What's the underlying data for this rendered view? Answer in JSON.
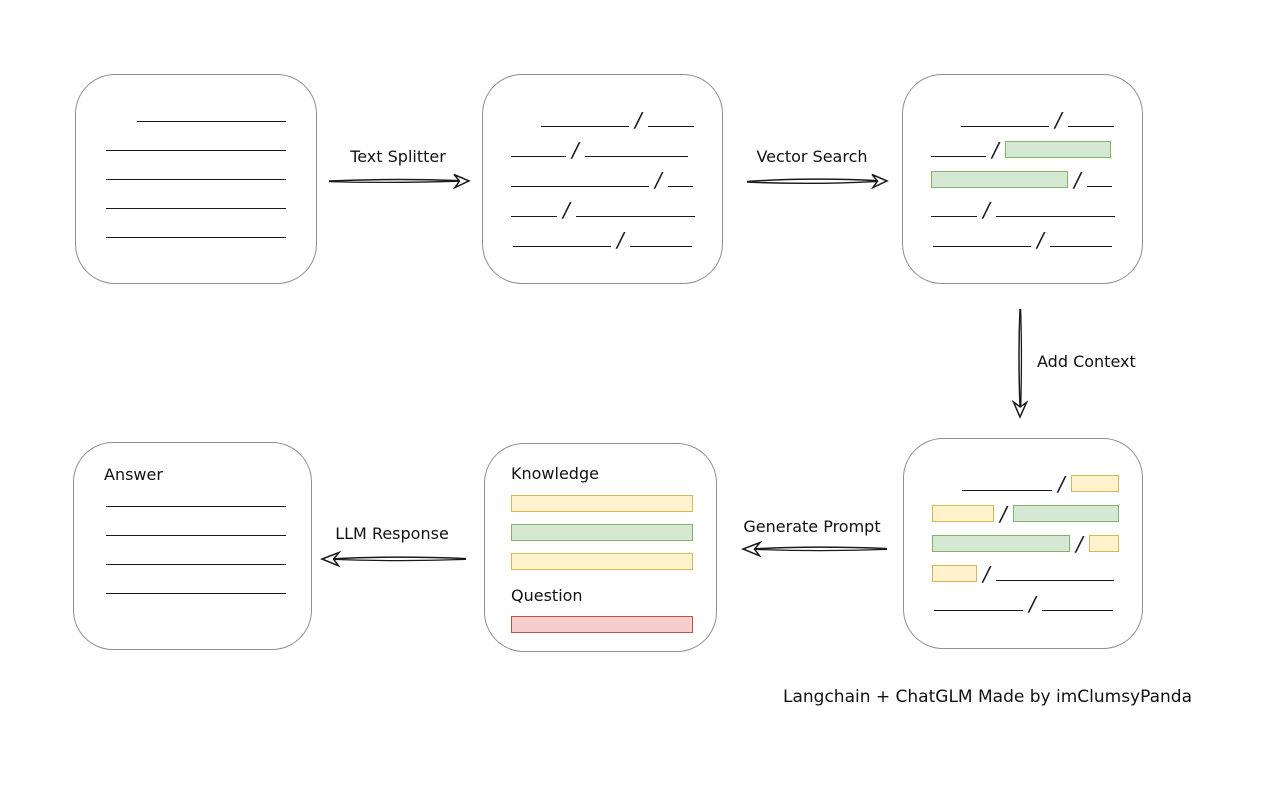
{
  "caption": "Langchain + ChatGLM Made by imClumsyPanda",
  "colors": {
    "background": "#ffffff",
    "box_border": "#8f8f8f",
    "line": "#1a1a1a",
    "text": "#111111",
    "green_fill": "#d5e8d4",
    "green_border": "#82b366",
    "yellow_fill": "#fff2cc",
    "yellow_border": "#d6b656",
    "red_fill": "#f8cecc",
    "red_border": "#b85450"
  },
  "arrows": {
    "text_splitter": {
      "label": "Text Splitter"
    },
    "vector_search": {
      "label": "Vector Search"
    },
    "add_context": {
      "label": "Add Context"
    },
    "generate_prompt": {
      "label": "Generate Prompt"
    },
    "llm_response": {
      "label": "LLM Response"
    }
  },
  "boxes": {
    "document": {
      "lines": [
        {
          "indent": 31,
          "w": 149
        },
        {
          "indent": 0,
          "w": 180
        },
        {
          "indent": 0,
          "w": 180
        },
        {
          "indent": 0,
          "w": 180
        },
        {
          "indent": 0,
          "w": 180
        }
      ]
    },
    "chunks": {
      "rows": [
        {
          "indent": 30,
          "segments": [
            {
              "type": "line",
              "w": 88
            },
            {
              "type": "line",
              "w": 46
            }
          ]
        },
        {
          "indent": 0,
          "segments": [
            {
              "type": "line",
              "w": 55
            },
            {
              "type": "line",
              "w": 103
            }
          ]
        },
        {
          "indent": 0,
          "segments": [
            {
              "type": "line",
              "w": 138
            },
            {
              "type": "line",
              "w": 25
            }
          ]
        },
        {
          "indent": 0,
          "segments": [
            {
              "type": "line",
              "w": 46
            },
            {
              "type": "line",
              "w": 119
            }
          ]
        },
        {
          "indent": 2,
          "segments": [
            {
              "type": "line",
              "w": 98
            },
            {
              "type": "line",
              "w": 62
            }
          ]
        }
      ]
    },
    "chunks_matched": {
      "rows": [
        {
          "indent": 30,
          "segments": [
            {
              "type": "line",
              "w": 88
            },
            {
              "type": "line",
              "w": 46
            }
          ]
        },
        {
          "indent": 0,
          "segments": [
            {
              "type": "line",
              "w": 55
            },
            {
              "type": "green",
              "w": 106
            }
          ]
        },
        {
          "indent": 0,
          "segments": [
            {
              "type": "green",
              "w": 137
            },
            {
              "type": "line",
              "w": 25
            }
          ]
        },
        {
          "indent": 0,
          "segments": [
            {
              "type": "line",
              "w": 46
            },
            {
              "type": "line",
              "w": 119
            }
          ]
        },
        {
          "indent": 2,
          "segments": [
            {
              "type": "line",
              "w": 98
            },
            {
              "type": "line",
              "w": 62
            }
          ]
        }
      ]
    },
    "context": {
      "rows": [
        {
          "indent": 30,
          "segments": [
            {
              "type": "line",
              "w": 90
            },
            {
              "type": "yellow",
              "w": 48
            }
          ]
        },
        {
          "indent": 0,
          "segments": [
            {
              "type": "yellow",
              "w": 62
            },
            {
              "type": "green",
              "w": 106
            }
          ]
        },
        {
          "indent": 0,
          "segments": [
            {
              "type": "green",
              "w": 138
            },
            {
              "type": "yellow",
              "w": 30
            }
          ]
        },
        {
          "indent": 0,
          "segments": [
            {
              "type": "yellow",
              "w": 45
            },
            {
              "type": "line",
              "w": 118
            }
          ]
        },
        {
          "indent": 2,
          "segments": [
            {
              "type": "line",
              "w": 89
            },
            {
              "type": "line",
              "w": 71
            }
          ]
        }
      ]
    },
    "prompt": {
      "knowledge_label": "Knowledge",
      "question_label": "Question",
      "knowledge_bars": [
        "yellow",
        "green",
        "yellow"
      ],
      "question_bars": [
        "red"
      ]
    },
    "answer": {
      "label": "Answer",
      "lines": [
        {
          "indent": 0,
          "w": 180
        },
        {
          "indent": 0,
          "w": 180
        },
        {
          "indent": 0,
          "w": 180
        },
        {
          "indent": 0,
          "w": 180
        }
      ]
    }
  }
}
